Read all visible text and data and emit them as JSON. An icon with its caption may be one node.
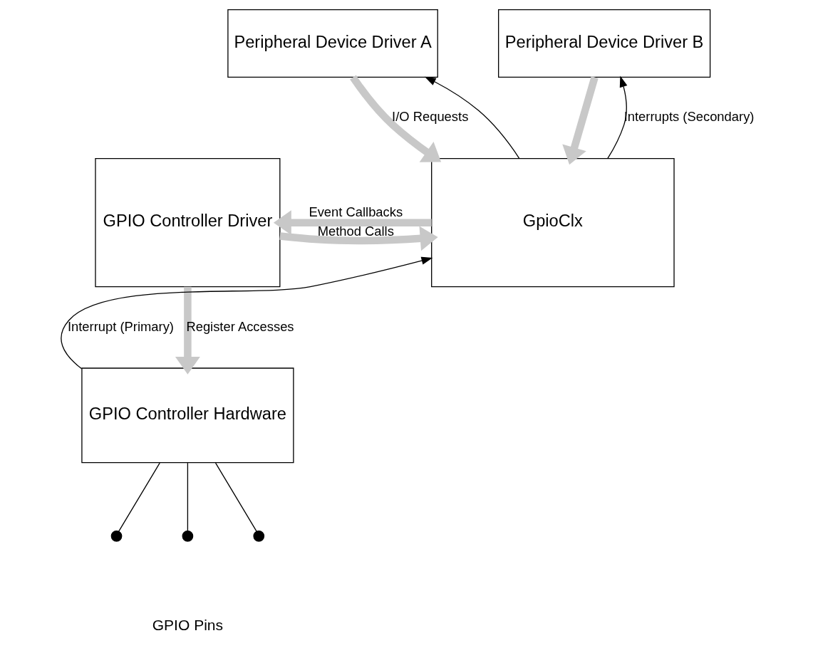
{
  "diagram": {
    "nodes": [
      {
        "text": [
          "Peripheral Device Driver A"
        ]
      },
      {
        "text": [
          "Peripheral Device Driver B"
        ]
      },
      {
        "text": [
          "GPIO Controller Driver"
        ]
      },
      {
        "text": [
          "GpioClx"
        ]
      },
      {
        "text": [
          "GPIO Controller Hardware"
        ]
      },
      {
        "text": [],
        "shape": "circle"
      },
      {
        "text": [],
        "shape": "circle"
      },
      {
        "text": [],
        "shape": "circle"
      }
    ],
    "edges": [
      {
        "from": 0,
        "to": 3,
        "arrow": "to",
        "style": "thick",
        "color": "#c8c8c8",
        "label": "I/O Requests"
      },
      {
        "from": 3,
        "to": 0,
        "arrow": "to"
      },
      {
        "from": 1,
        "to": 3,
        "arrow": "to",
        "style": "thick",
        "color": "#c8c8c8"
      },
      {
        "from": 3,
        "to": 1,
        "arrow": "to",
        "label": "Interrupts (Secondary)"
      },
      {
        "from": 2,
        "to": 3,
        "arrow": "to",
        "style": "thick",
        "color": "#c8c8c8",
        "label": "Method Calls"
      },
      {
        "from": 3,
        "to": 2,
        "arrow": "to",
        "style": "thick",
        "color": "#c8c8c8",
        "label": "Event Callbacks"
      },
      {
        "from": 2,
        "to": 4,
        "arrow": "to",
        "style": "thick",
        "color": "#c8c8c8",
        "label": "Register Accesses"
      },
      {
        "from": 4,
        "to": 3,
        "arrow": "to",
        "label": "Interrupt (Primary)"
      },
      {
        "from": 4,
        "to": 5,
        "arrow": "none"
      },
      {
        "from": 4,
        "to": 6,
        "arrow": "none"
      },
      {
        "from": 4,
        "to": 7,
        "arrow": "none"
      }
    ],
    "labels": [
      "GPIO Pins"
    ]
  }
}
